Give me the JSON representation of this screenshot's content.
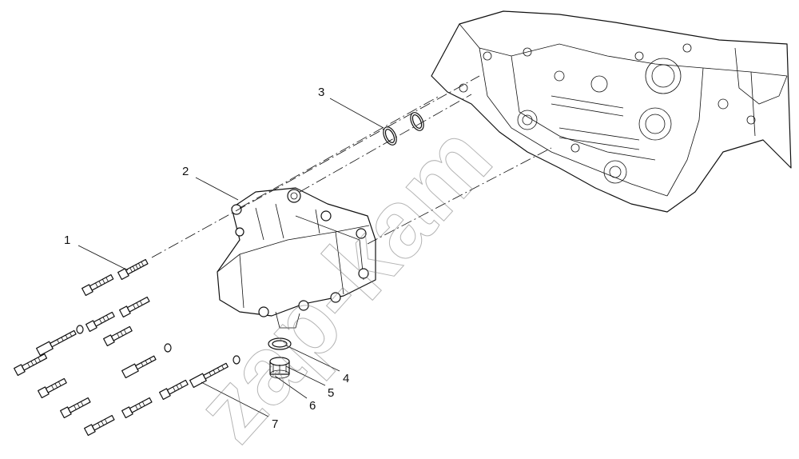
{
  "watermark": "zap-kam",
  "callouts": [
    {
      "id": "1",
      "label": "1"
    },
    {
      "id": "2",
      "label": "2"
    },
    {
      "id": "3",
      "label": "3"
    },
    {
      "id": "4",
      "label": "4"
    },
    {
      "id": "5",
      "label": "5"
    },
    {
      "id": "6",
      "label": "6"
    },
    {
      "id": "7",
      "label": "7"
    }
  ]
}
